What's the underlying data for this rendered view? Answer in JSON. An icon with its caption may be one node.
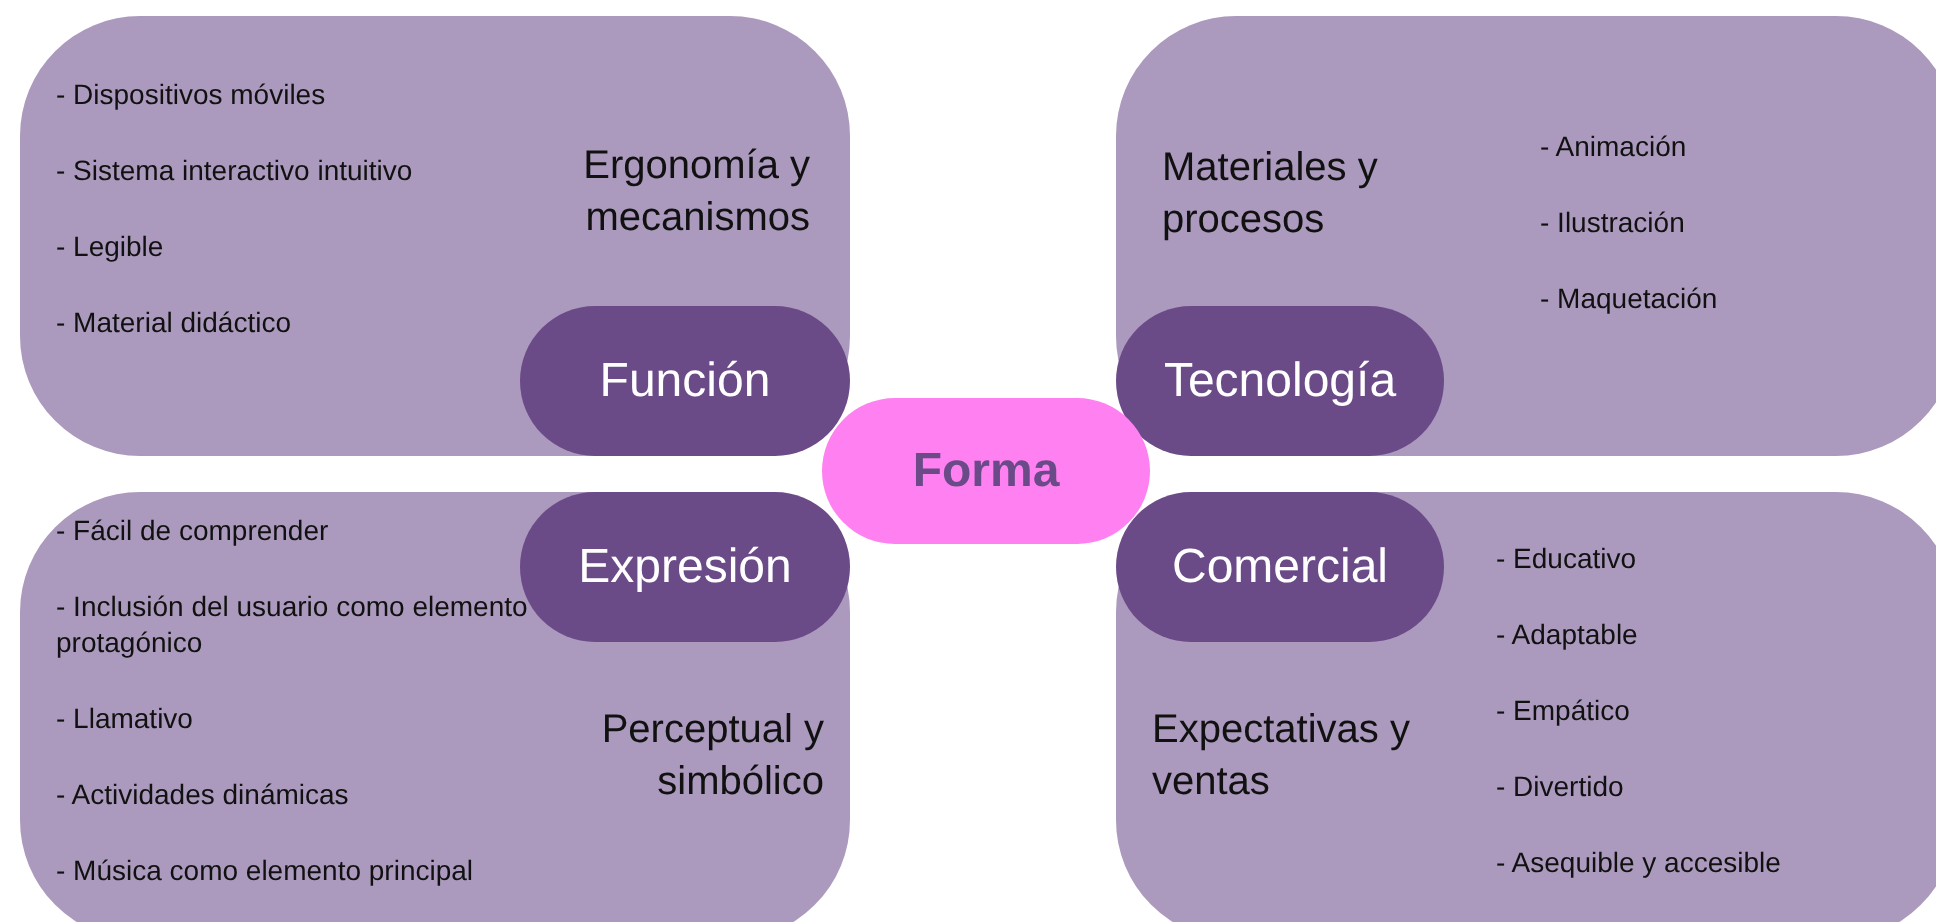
{
  "diagram": {
    "nodes": [
      {
        "text": [
          "Ergonomía y mecanismos",
          "- Dispositivos móviles",
          "- Sistema interactivo intuitivo",
          "- Legible",
          "- Material didáctico"
        ]
      },
      {
        "text": [
          "Función"
        ],
        "in": 0
      },
      {
        "text": [
          "Materiales y procesos",
          "- Animación",
          "- Ilustración",
          "- Maquetación"
        ]
      },
      {
        "text": [
          "Tecnología"
        ],
        "in": 2
      },
      {
        "text": [
          "Forma"
        ]
      },
      {
        "text": [
          "Perceptual y simbólico",
          "- Fácil de comprender",
          "- Inclusión del usuario como elemento protagónico",
          "- Llamativo",
          "- Actividades dinámicas",
          "- Música como elemento principal"
        ]
      },
      {
        "text": [
          "Expresión"
        ],
        "in": 5
      },
      {
        "text": [
          "Expectativas y ventas",
          "- Educativo",
          "- Adaptable",
          "- Empático",
          "- Divertido",
          "- Asequible y accesible"
        ]
      },
      {
        "text": [
          "Comercial"
        ],
        "in": 7
      }
    ]
  }
}
